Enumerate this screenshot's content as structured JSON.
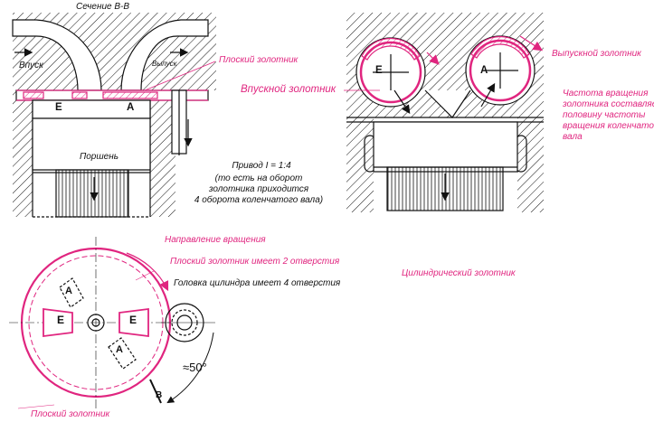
{
  "labels": {
    "section_title": "Сечение В-В",
    "intake": "Впуск",
    "exhaust": "Выпуск",
    "flat_valve_top": "Плоский золотник",
    "piston": "Поршень",
    "port_e": "Е",
    "port_a": "А",
    "drive_ratio": "Привод I = 1:4",
    "drive_note": [
      "(то есть на оборот",
      "золотника приходится",
      "4 оборота коленчатого вала)"
    ],
    "intake_valve": "Впускной золотник",
    "exhaust_valve": "Выпускной золотник",
    "rotation_note": [
      "Частота вращения",
      "золотника составляет",
      "половину частоты",
      "вращения коленчатого",
      "вала"
    ],
    "rotation_direction": "Направление вращения",
    "flat_valve_holes": "Плоский    золотник    имеет    2    отверстия",
    "head_holes": "Головка цилиндра имеет 4 отверстия",
    "cylindrical_valve": "Цилиндрический золотник",
    "angle": "≈50°",
    "section_mark": "В",
    "flat_valve_bottom": "Плоский золотник"
  },
  "colors": {
    "line": "#111111",
    "accent": "#e0257f"
  }
}
